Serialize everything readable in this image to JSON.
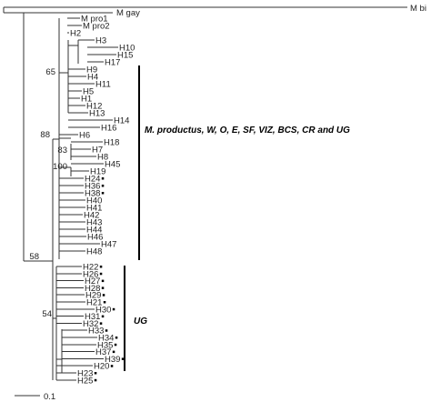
{
  "tree": {
    "outgroups": [
      {
        "name": "M bi"
      },
      {
        "name": "M gay"
      }
    ],
    "clade_labels": [
      {
        "text": "M. productus, W, O, E, SF, VIZ, BCS, CR and UG"
      },
      {
        "text": "UG"
      }
    ],
    "bootstrap_values": [
      "65",
      "88",
      "83",
      "100",
      "58",
      "54"
    ],
    "scale_bar": {
      "label": "0.1",
      "value": 0.1
    },
    "tips_upper": [
      {
        "name": "M pro1",
        "marked": false
      },
      {
        "name": "M pro2",
        "marked": false
      },
      {
        "name": "H2",
        "marked": false
      },
      {
        "name": "H3",
        "marked": false
      },
      {
        "name": "H10",
        "marked": false
      },
      {
        "name": "H15",
        "marked": false
      },
      {
        "name": "H17",
        "marked": false
      },
      {
        "name": "H9",
        "marked": false
      },
      {
        "name": "H4",
        "marked": false
      },
      {
        "name": "H11",
        "marked": false
      },
      {
        "name": "H5",
        "marked": false
      },
      {
        "name": "H1",
        "marked": false
      },
      {
        "name": "H12",
        "marked": false
      },
      {
        "name": "H13",
        "marked": false
      },
      {
        "name": "H14",
        "marked": false
      },
      {
        "name": "H16",
        "marked": false
      },
      {
        "name": "H6",
        "marked": false
      },
      {
        "name": "H18",
        "marked": false
      },
      {
        "name": "H7",
        "marked": false
      },
      {
        "name": "H8",
        "marked": false
      },
      {
        "name": "H45",
        "marked": false
      },
      {
        "name": "H19",
        "marked": false
      },
      {
        "name": "H24",
        "marked": true
      },
      {
        "name": "H36",
        "marked": true
      },
      {
        "name": "H38",
        "marked": true
      },
      {
        "name": "H40",
        "marked": false
      },
      {
        "name": "H41",
        "marked": false
      },
      {
        "name": "H42",
        "marked": false
      },
      {
        "name": "H43",
        "marked": false
      },
      {
        "name": "H44",
        "marked": false
      },
      {
        "name": "H46",
        "marked": false
      },
      {
        "name": "H47",
        "marked": false
      },
      {
        "name": "H48",
        "marked": false
      }
    ],
    "tips_lower": [
      {
        "name": "H22",
        "marked": true
      },
      {
        "name": "H26",
        "marked": true
      },
      {
        "name": "H27",
        "marked": true
      },
      {
        "name": "H28",
        "marked": true
      },
      {
        "name": "H29",
        "marked": true
      },
      {
        "name": "H21",
        "marked": true
      },
      {
        "name": "H30",
        "marked": true
      },
      {
        "name": "H31",
        "marked": true
      },
      {
        "name": "H32",
        "marked": true
      },
      {
        "name": "H33",
        "marked": true
      },
      {
        "name": "H34",
        "marked": true
      },
      {
        "name": "H35",
        "marked": true
      },
      {
        "name": "H37",
        "marked": true
      },
      {
        "name": "H39",
        "marked": true
      },
      {
        "name": "H20",
        "marked": true
      },
      {
        "name": "H23",
        "marked": true
      },
      {
        "name": "H25",
        "marked": true
      }
    ]
  }
}
